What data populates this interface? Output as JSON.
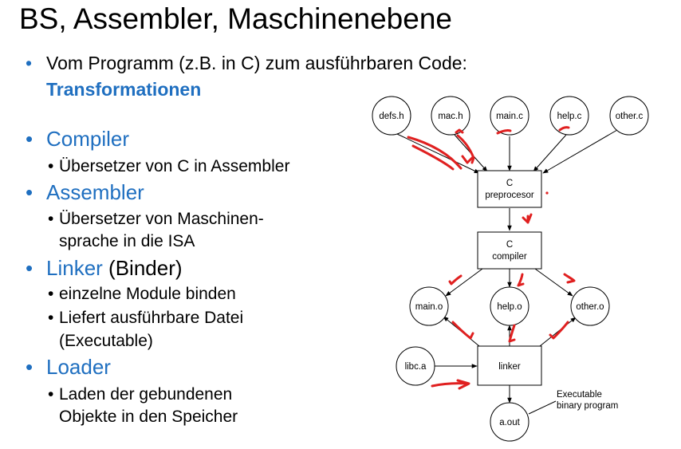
{
  "slide": {
    "title": "BS, Assembler, Maschinenebene",
    "accent_color": "#1f6fc0",
    "bullet_char": "•",
    "intro": "Vom Programm (z.B. in C) zum ausführbaren Code:",
    "intro_highlight": "Transformationen",
    "items": [
      {
        "term": "Compiler",
        "subs": [
          "Übersetzer von C in Assembler"
        ]
      },
      {
        "term": "Assembler",
        "subs": [
          "Übersetzer von Maschinen-",
          "sprache in die ISA"
        ]
      },
      {
        "term": "Linker",
        "term_suffix": " (Binder)",
        "subs": [
          "einzelne Module binden",
          "Liefert ausführbare Datei",
          "(Executable)"
        ]
      },
      {
        "term": "Loader",
        "subs": [
          "Laden der gebundenen",
          "Objekte in den Speicher"
        ]
      }
    ]
  },
  "diagram": {
    "sources": [
      "defs.h",
      "mac.h",
      "main.c",
      "help.c",
      "other.c"
    ],
    "preprocessor": [
      "C",
      "preprocesor"
    ],
    "compiler": [
      "C",
      "compiler"
    ],
    "objects": [
      "main.o",
      "help.o",
      "other.o"
    ],
    "library": "libc.a",
    "linker": "linker",
    "output": "a.out",
    "output_note": [
      "Executable",
      "binary program"
    ],
    "annotation_color": "#e02020"
  }
}
